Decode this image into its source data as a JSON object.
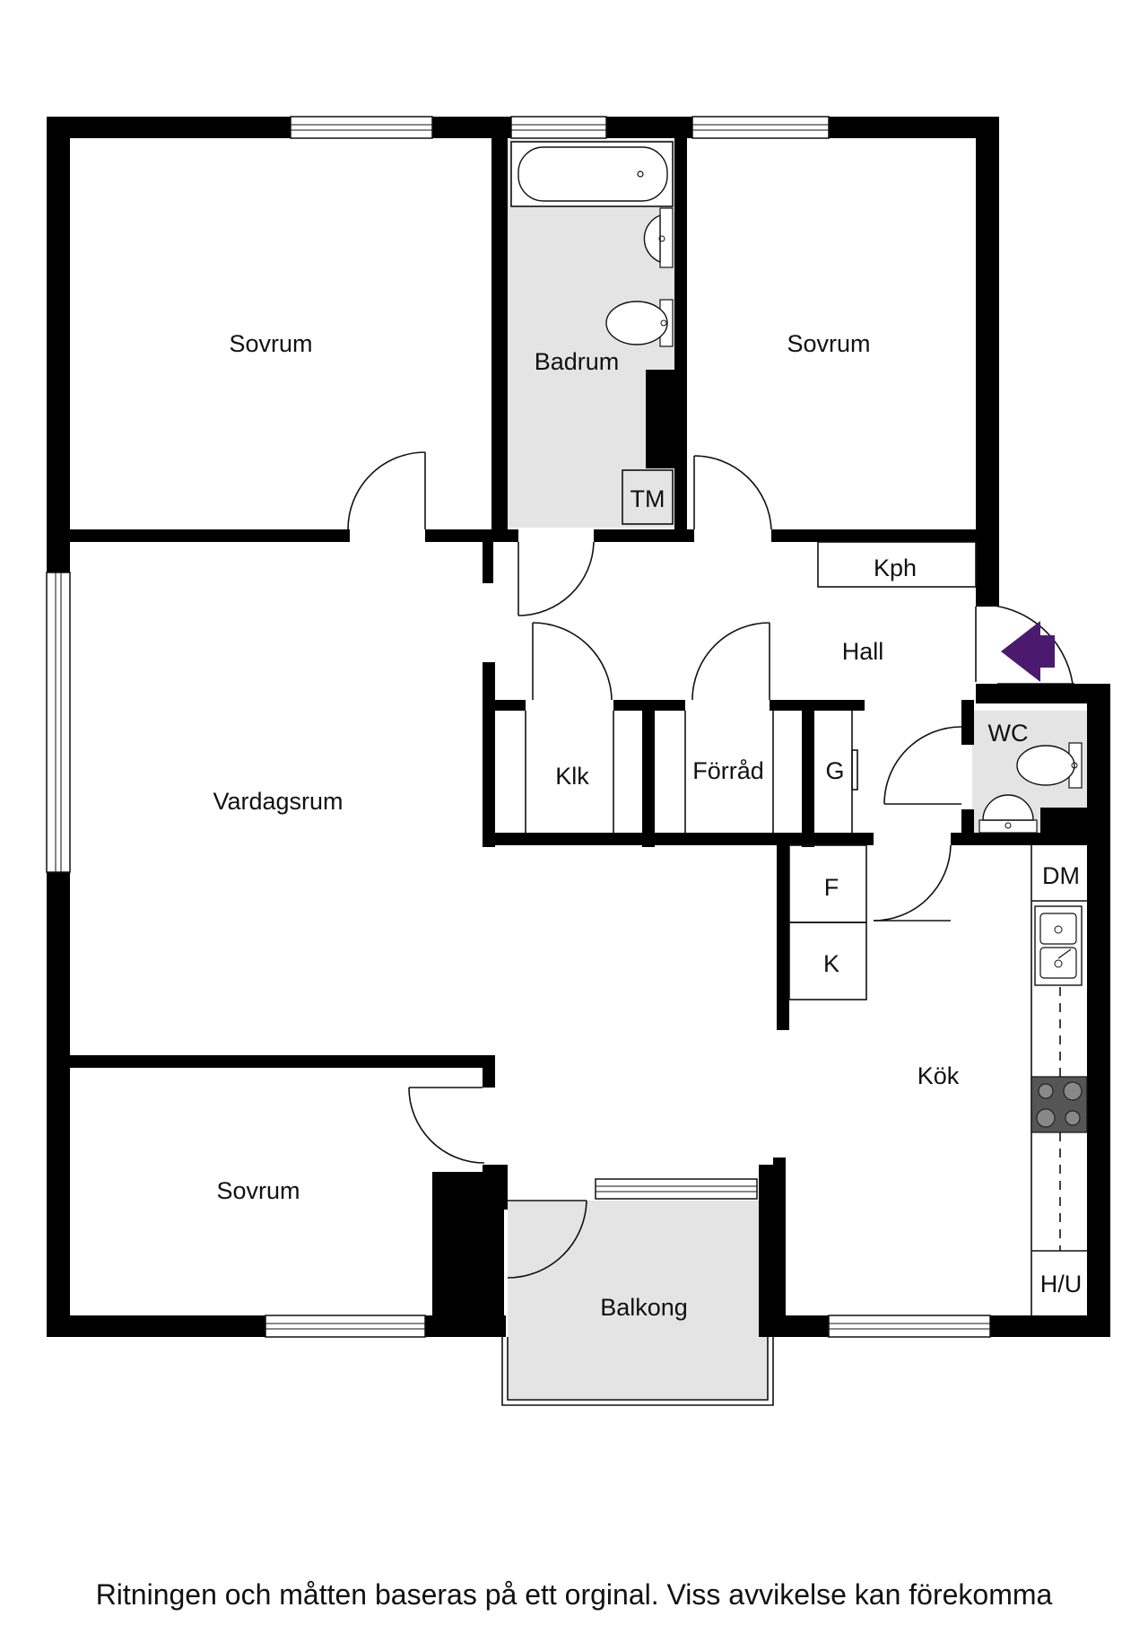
{
  "rooms": {
    "sovrum_1": "Sovrum",
    "badrum": "Badrum",
    "sovrum_2": "Sovrum",
    "tm": "TM",
    "kph": "Kph",
    "hall": "Hall",
    "wc": "WC",
    "klk": "Klk",
    "forrad": "Förråd",
    "g": "G",
    "vardagsrum": "Vardagsrum",
    "f": "F",
    "k": "K",
    "dm": "DM",
    "kok": "Kök",
    "sovrum_3": "Sovrum",
    "balkong": "Balkong",
    "hu": "H/U"
  },
  "disclaimer": "Ritningen och måtten baseras på ett orginal. Viss avvikelse kan förekomma",
  "colors": {
    "wall": "#000000",
    "wet_room": "#e4e4e4",
    "entrance_arrow": "#4b1a6e"
  },
  "icons": {
    "entrance": "entrance-arrow-icon",
    "bathtub": "bathtub-icon",
    "sink": "sink-icon",
    "toilet": "toilet-icon",
    "stove": "stove-icon",
    "kitchen_sink": "kitchen-sink-icon"
  }
}
